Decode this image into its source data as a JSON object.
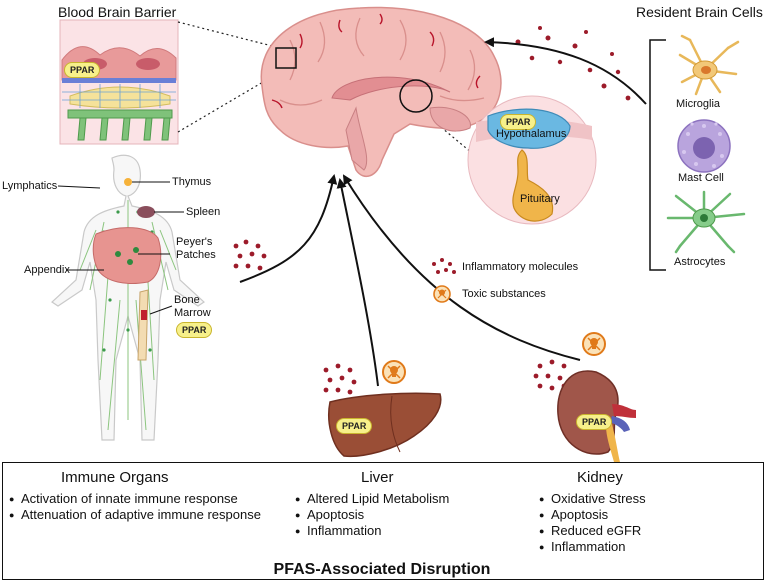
{
  "header": {
    "bbb_title": "Blood Brain Barrier",
    "resident_title": "Resident Brain Cells"
  },
  "badges": {
    "ppar": "PPAR"
  },
  "brain": {
    "hypothalamus": "Hypothalamus",
    "pituitary": "Pituitary"
  },
  "resident_cells": [
    "Microglia",
    "Mast Cell",
    "Astrocytes"
  ],
  "body_labels": {
    "lymphatics": "Lymphatics",
    "thymus": "Thymus",
    "spleen": "Spleen",
    "peyers": [
      "Peyer's",
      "Patches"
    ],
    "appendix": "Appendix",
    "bone_marrow": [
      "Bone",
      "Marrow"
    ]
  },
  "legend": {
    "inflammatory": "Inflammatory molecules",
    "toxic": "Toxic substances"
  },
  "summary": {
    "immune": {
      "title": "Immune Organs",
      "items": [
        "Activation of innate immune response",
        "Attenuation of adaptive immune response"
      ]
    },
    "liver": {
      "title": "Liver",
      "items": [
        "Altered Lipid Metabolism",
        "Apoptosis",
        "Inflammation"
      ]
    },
    "kidney": {
      "title": "Kidney",
      "items": [
        "Oxidative Stress",
        "Apoptosis",
        "Reduced eGFR",
        "Inflammation"
      ]
    },
    "footer": "PFAS-Associated Disruption"
  },
  "colors": {
    "brain": "#f2b6b3",
    "vessels": "#b8142a",
    "liver": "#9a4e36",
    "kidney": "#a0564a",
    "microglia": "#e8b85a",
    "mast_cell": "#b9a4dd",
    "astrocyte": "#69b86e",
    "hypothalamus": "#6ab8e2",
    "pituitary": "#f0b54a",
    "bbb_vessel": "#e8908e",
    "dot": "#9c1b2a"
  }
}
